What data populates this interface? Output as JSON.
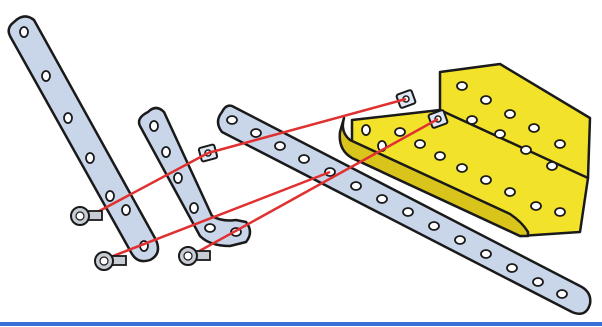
{
  "colors": {
    "background": "#ffffff",
    "steel_strip": "#c9d6ea",
    "steel_strip_light": "#dfe7f4",
    "outline": "#1a1a1a",
    "hole": "#ffffff",
    "bracket_yellow": "#f2e22a",
    "bracket_yellow_shadow": "#d9c41c",
    "assembly_line": "#e03030",
    "bottom_rule": "#3a6fd8",
    "bolt_gray": "#c8ccd4"
  },
  "parts": [
    {
      "name": "long-strip",
      "icon": "perforated-strip-icon"
    },
    {
      "name": "double-bent-strip",
      "icon": "double-bent-strip-icon"
    },
    {
      "name": "angle-girder",
      "icon": "perforated-girder-icon"
    },
    {
      "name": "flanged-plate",
      "icon": "flanged-plate-icon"
    },
    {
      "name": "square-nut",
      "icon": "square-nut-icon",
      "count": 3
    },
    {
      "name": "bolt",
      "icon": "bolt-icon",
      "count": 3
    }
  ]
}
